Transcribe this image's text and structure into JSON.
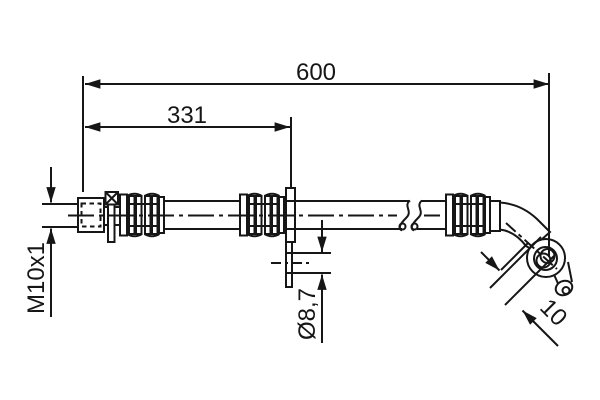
{
  "colors": {
    "background": "#ffffff",
    "line": "#161616"
  },
  "dims": {
    "overall": "600",
    "to_bracket": "331",
    "thread": "M10x1",
    "hole_dia": "Ø8,7",
    "hose_dia": "10"
  }
}
